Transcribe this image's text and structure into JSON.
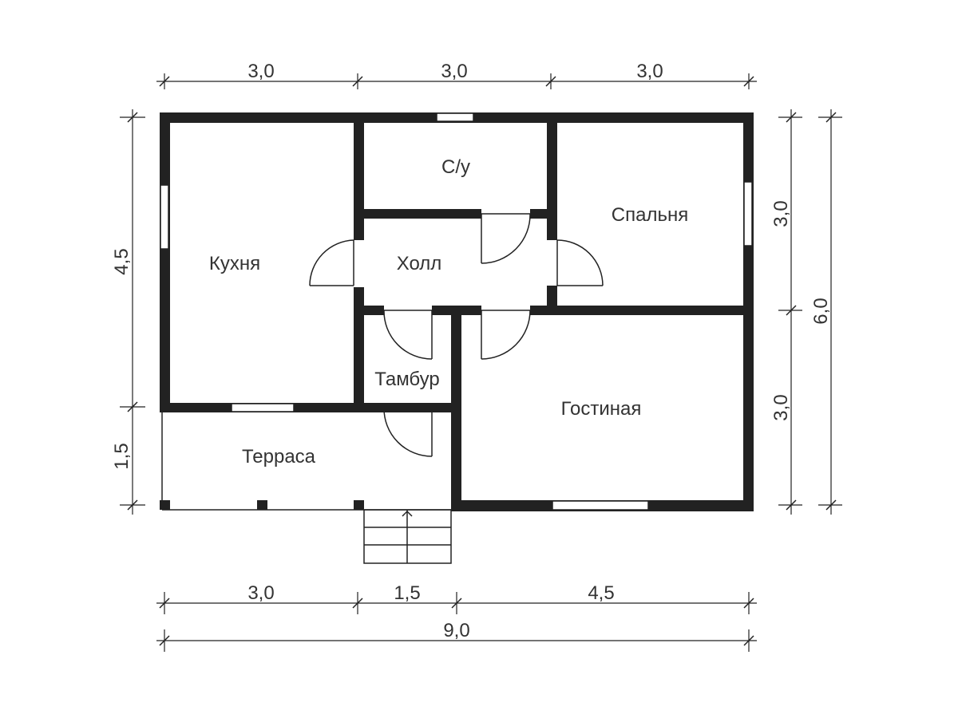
{
  "rooms": {
    "kitchen": "Кухня",
    "bathroom": "С/у",
    "bedroom": "Спальня",
    "hall": "Холл",
    "vestibule": "Тамбур",
    "living_room": "Гостиная",
    "terrace": "Терраса"
  },
  "dimensions": {
    "top": [
      "3,0",
      "3,0",
      "3,0"
    ],
    "left": [
      "4,5",
      "1,5"
    ],
    "right_inner": [
      "3,0",
      "3,0"
    ],
    "right_outer": "6,0",
    "bottom": [
      "3,0",
      "1,5",
      "4,5"
    ],
    "bottom_total": "9,0"
  },
  "colors": {
    "wall": "#222222",
    "text": "#333333",
    "background": "#ffffff"
  }
}
